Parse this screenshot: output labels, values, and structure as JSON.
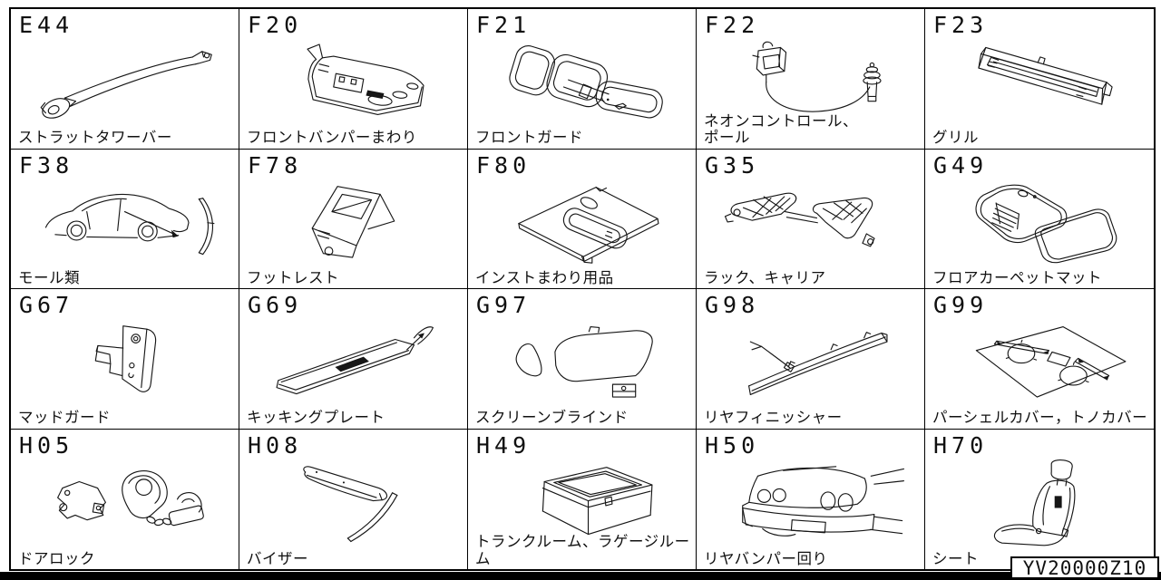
{
  "colors": {
    "line": "#000000",
    "background": "#ffffff"
  },
  "footer": {
    "catalog_code": "YV20000Z10"
  },
  "cells": [
    {
      "code": "E44",
      "label": "ストラットタワーバー",
      "drawing": "strut-tower-bar"
    },
    {
      "code": "F20",
      "label": "フロントバンパーまわり",
      "drawing": "front-bumper"
    },
    {
      "code": "F21",
      "label": "フロントガード",
      "drawing": "front-guard"
    },
    {
      "code": "F22",
      "label": "ネオンコントロール、\nポール",
      "drawing": "neon-control-pole"
    },
    {
      "code": "F23",
      "label": "グリル",
      "drawing": "grille"
    },
    {
      "code": "F38",
      "label": "モール類",
      "drawing": "moldings"
    },
    {
      "code": "F78",
      "label": "フットレスト",
      "drawing": "footrest"
    },
    {
      "code": "F80",
      "label": "インストまわり用品",
      "drawing": "instrument-area-goods"
    },
    {
      "code": "G35",
      "label": "ラック、キャリア",
      "drawing": "rack-carrier"
    },
    {
      "code": "G49",
      "label": "フロアカーペットマット",
      "drawing": "floor-carpet-mat"
    },
    {
      "code": "G67",
      "label": "マッドガード",
      "drawing": "mud-guard"
    },
    {
      "code": "G69",
      "label": "キッキングプレート",
      "drawing": "kicking-plate"
    },
    {
      "code": "G97",
      "label": "スクリーンブラインド",
      "drawing": "screen-blind"
    },
    {
      "code": "G98",
      "label": "リヤフィニッシャー",
      "drawing": "rear-finisher"
    },
    {
      "code": "G99",
      "label": "パーシェルカバー，トノカバー",
      "drawing": "parcel-cover"
    },
    {
      "code": "H05",
      "label": "ドアロック",
      "drawing": "door-lock"
    },
    {
      "code": "H08",
      "label": "バイザー",
      "drawing": "visor"
    },
    {
      "code": "H49",
      "label": "トランクルーム、ラゲージルーム",
      "drawing": "trunk-luggage-room"
    },
    {
      "code": "H50",
      "label": "リヤバンパー回り",
      "drawing": "rear-bumper-area"
    },
    {
      "code": "H70",
      "label": "シート",
      "drawing": "seat"
    }
  ]
}
